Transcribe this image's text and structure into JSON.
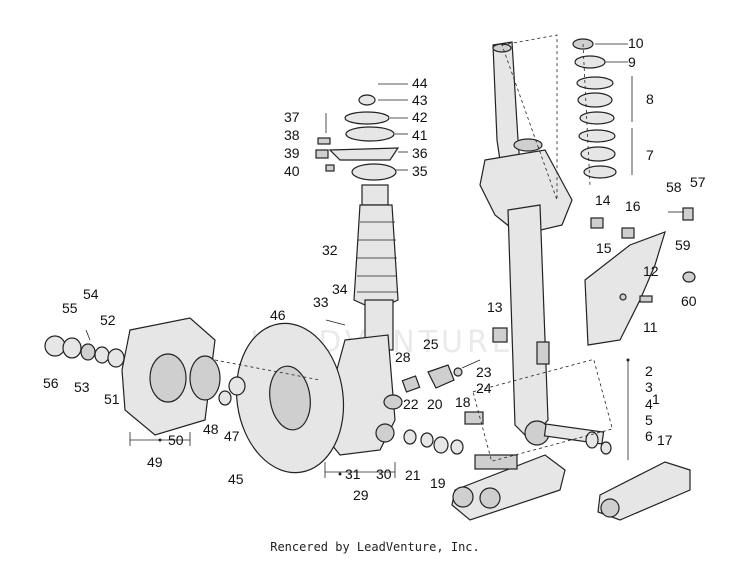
{
  "watermark": "LEADVENTURE",
  "footer": "Rencered by LeadVenture, Inc.",
  "labels": {
    "n1": "1",
    "n2": "2",
    "n3": "3",
    "n4": "4",
    "n5": "5",
    "n6": "6",
    "n7": "7",
    "n8": "8",
    "n9": "9",
    "n10": "10",
    "n11": "11",
    "n12": "12",
    "n13": "13",
    "n14": "14",
    "n15": "15",
    "n16": "16",
    "n17": "17",
    "n18": "18",
    "n19": "19",
    "n20": "20",
    "n21": "21",
    "n22": "22",
    "n23": "23",
    "n24": "24",
    "n25": "25",
    "n28": "28",
    "n29": "29",
    "n30": "30",
    "n31": "31",
    "n32": "32",
    "n33": "33",
    "n34": "34",
    "n35": "35",
    "n36": "36",
    "n37": "37",
    "n38": "38",
    "n39": "39",
    "n40": "40",
    "n41": "41",
    "n42": "42",
    "n43": "43",
    "n44": "44",
    "n45": "45",
    "n46": "46",
    "n47": "47",
    "n48": "48",
    "n49": "49",
    "n50": "50",
    "n51": "51",
    "n52": "52",
    "n53": "53",
    "n54": "54",
    "n55": "55",
    "n56": "56",
    "n57": "57",
    "n58": "58",
    "n59": "59",
    "n60": "60"
  }
}
